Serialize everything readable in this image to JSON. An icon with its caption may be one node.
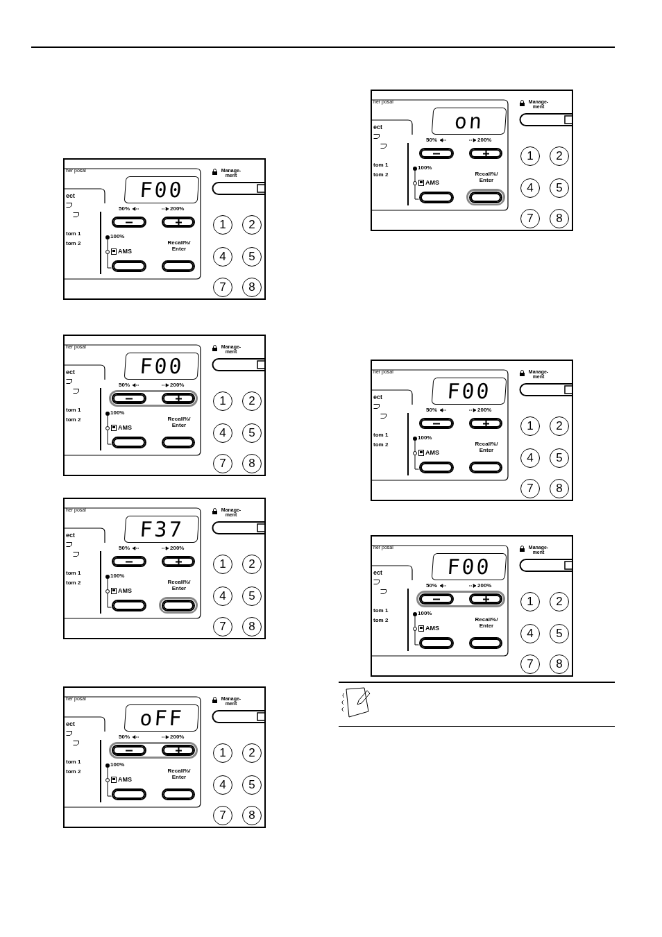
{
  "diagram": {
    "labels": [
      "her posal",
      "ect",
      "tom 1",
      "tom 2",
      "F00",
      "50%",
      "200%",
      "100%",
      "AMS",
      "Recall%/ Enter",
      "Manage- ment",
      "1",
      "2",
      "4",
      "5",
      "7",
      "8",
      "her posal",
      "ect",
      "tom 1",
      "tom 2",
      "F00",
      "50%",
      "200%",
      "100%",
      "AMS",
      "Recall%/ Enter",
      "Manage- ment",
      "1",
      "2",
      "4",
      "5",
      "7",
      "8",
      "her posal",
      "ect",
      "tom 1",
      "tom 2",
      "F37",
      "50%",
      "200%",
      "100%",
      "AMS",
      "Recall%/ Enter",
      "Manage- ment",
      "1",
      "2",
      "4",
      "5",
      "7",
      "8",
      "her posal",
      "ect",
      "tom 1",
      "tom 2",
      "oFF",
      "50%",
      "200%",
      "100%",
      "AMS",
      "Recall%/ Enter",
      "Manage- ment",
      "1",
      "2",
      "4",
      "5",
      "7",
      "8",
      "her posal",
      "ect",
      "tom 1",
      "tom 2",
      "on",
      "50%",
      "200%",
      "100%",
      "AMS",
      "Recall%/ Enter",
      "Manage- ment",
      "1",
      "2",
      "4",
      "5",
      "7",
      "8",
      "her posal",
      "ect",
      "tom 1",
      "tom 2",
      "F00",
      "50%",
      "200%",
      "100%",
      "AMS",
      "Recall%/ Enter",
      "Manage- ment",
      "1",
      "2",
      "4",
      "5",
      "7",
      "8",
      "her posal",
      "ect",
      "tom 1",
      "tom 2",
      "F00",
      "50%",
      "200%",
      "100%",
      "AMS",
      "Recall%/ Enter",
      "Manage- ment",
      "1",
      "2",
      "4",
      "5",
      "7",
      "8"
    ]
  }
}
